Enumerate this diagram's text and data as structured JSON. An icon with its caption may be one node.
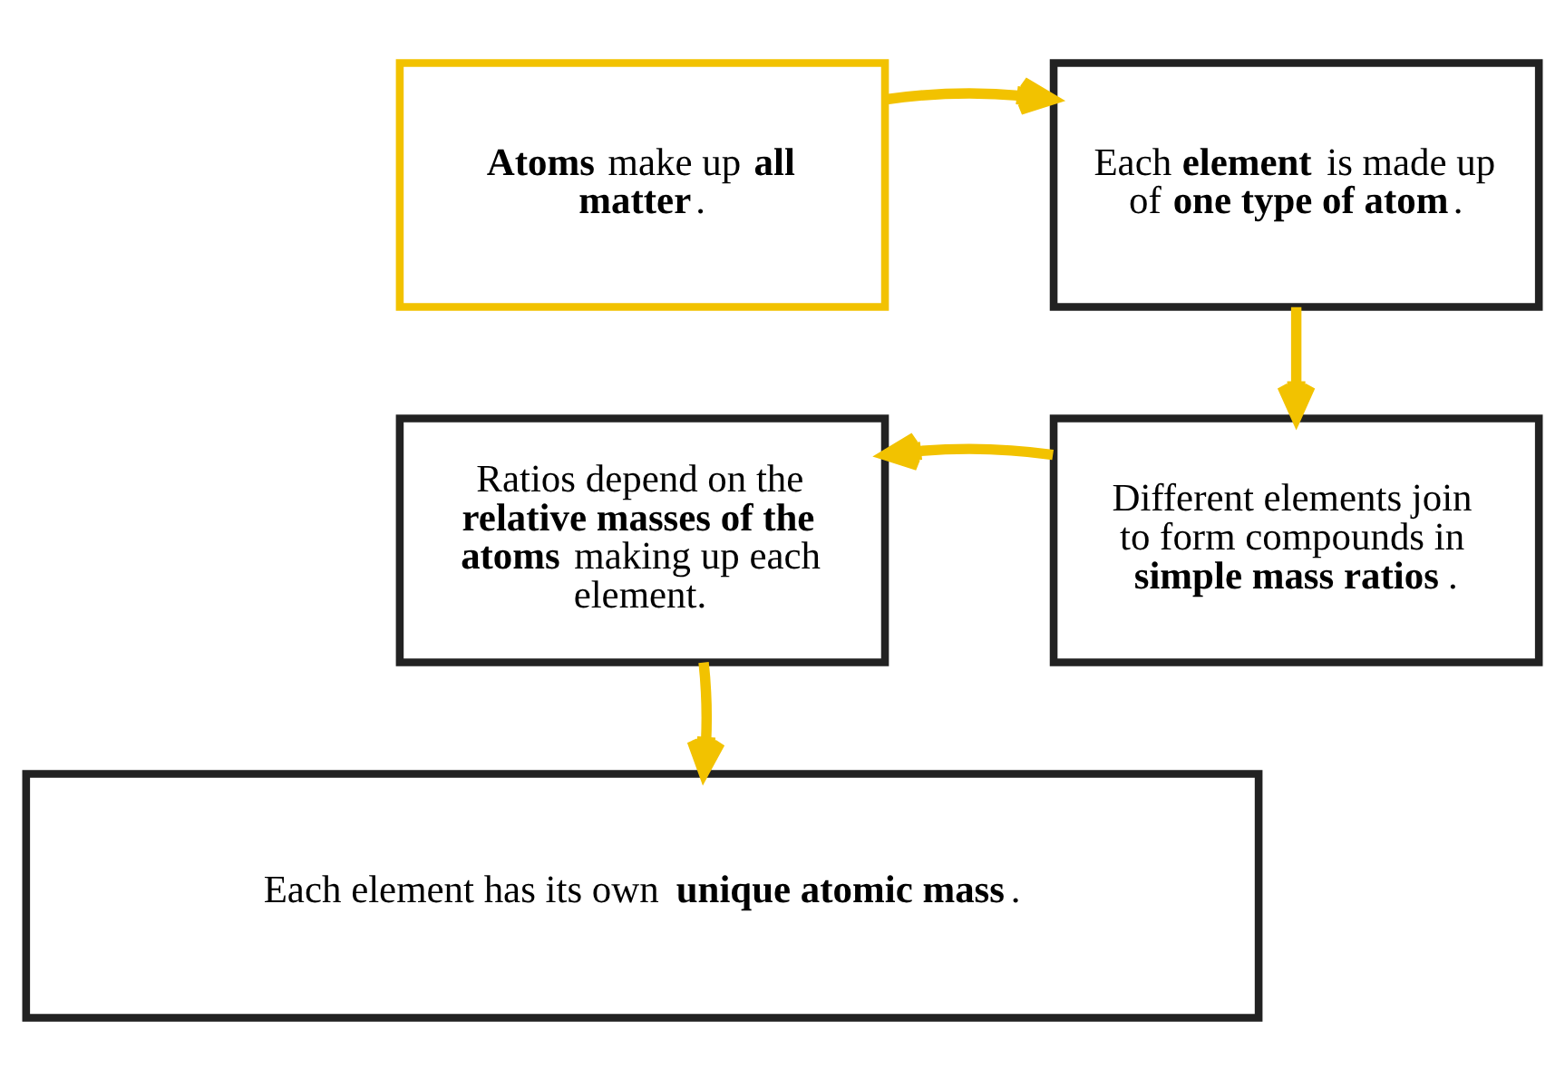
{
  "diagram": {
    "nodes": [
      {
        "text": [
          "**Atoms** make up **all matter**."
        ]
      },
      {
        "text": [
          "Each **element** is made up of **one type of atom**."
        ]
      },
      {
        "text": [
          "Ratios depend on the **relative masses of the atoms** making up each element."
        ]
      },
      {
        "text": [
          "Different elements join to form compounds in **simple mass ratios**."
        ]
      },
      {
        "text": [
          "Each element has its own **unique atomic mass**."
        ]
      }
    ],
    "edges": [
      {
        "from": 0,
        "to": 1,
        "arrow": "to"
      },
      {
        "from": 1,
        "to": 3,
        "arrow": "to"
      },
      {
        "from": 3,
        "to": 2,
        "arrow": "to"
      },
      {
        "from": 2,
        "to": 4,
        "arrow": "to"
      }
    ]
  }
}
